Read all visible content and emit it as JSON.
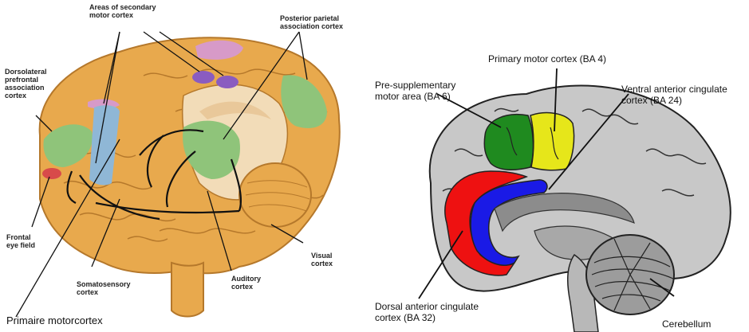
{
  "left_diagram": {
    "labels": {
      "secondary_motor": "Areas of secondary\nmotor cortex",
      "posterior_parietal": "Posterior parietal\nassociation cortex",
      "dorsolateral_prefrontal": "Dorsolateral\nprefrontal\nassociation\ncortex",
      "frontal_eye_field": "Frontal\neye field",
      "visual_cortex": "Visual\ncortex",
      "somatosensory": "Somatosensory\ncortex",
      "auditory": "Auditory\ncortex",
      "primary_motor_nl": "Primaire motorcortex"
    },
    "colors": {
      "brain": "#e8a94d",
      "green": "#8fc47a",
      "blue": "#8fb7d6",
      "pink": "#d79ac8",
      "purple": "#8a5cc0",
      "red": "#d84a4a"
    }
  },
  "right_diagram": {
    "labels": {
      "primary_motor": "Primary motor cortex (BA 4)",
      "pre_sma": "Pre-supplementary\nmotor area (BA 6)",
      "ventral_acc": "Ventral anterior cingulate\ncortex (BA 24)",
      "dorsal_acc": "Dorsal anterior cingulate\ncortex (BA 32)",
      "cerebellum": "Cerebellum"
    },
    "colors": {
      "gray": "#c8c8c8",
      "dark_gray": "#8c8c8c",
      "green": "#1f8a1f",
      "yellow": "#e6e61a",
      "blue": "#1a1ae6",
      "red": "#ee1111"
    }
  }
}
